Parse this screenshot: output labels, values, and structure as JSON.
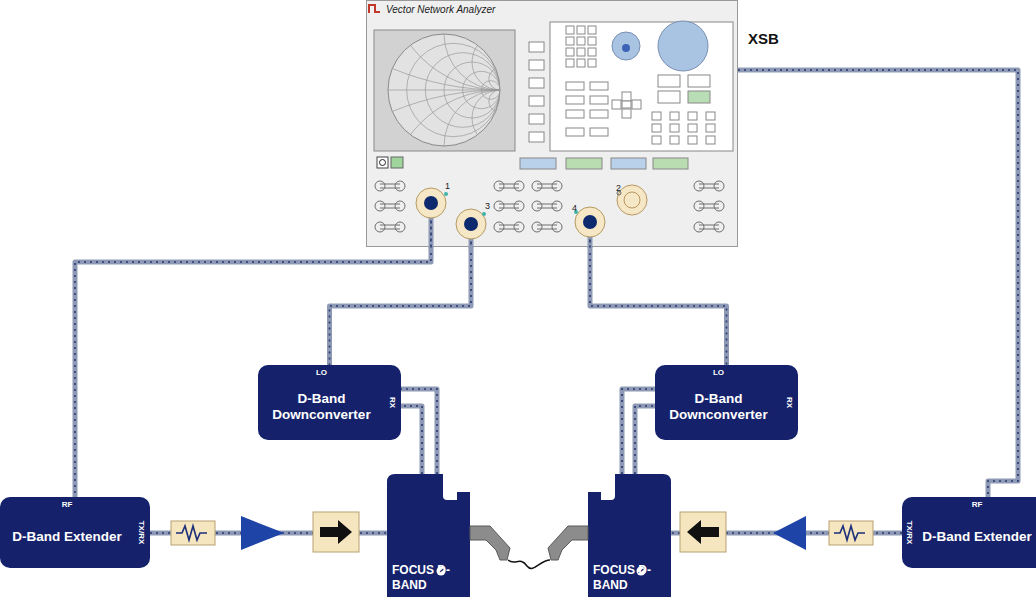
{
  "diagram": {
    "nodes": [
      {
        "text": [
          "Vector Network Analyzer"
        ]
      },
      {
        "text": [
          "LO",
          "D-Band Downconverter",
          "RX"
        ]
      },
      {
        "text": [
          "LO",
          "D-Band Downconverter",
          "RX"
        ]
      },
      {
        "text": [
          "RF",
          "D-Band Extender",
          "TX/RX"
        ]
      },
      {
        "text": [
          "FOCUS D-BAND"
        ]
      },
      {
        "text": [
          "FOCUS D-BAND"
        ]
      },
      {
        "text": [
          "RF",
          "D-Band Extender",
          "TX/RX"
        ]
      }
    ],
    "edges": [
      {
        "from": 0,
        "to": 3,
        "arrow": "none"
      },
      {
        "from": 0,
        "to": 1,
        "arrow": "none"
      },
      {
        "from": 0,
        "to": 2,
        "arrow": "none"
      },
      {
        "from": 0,
        "to": 6,
        "label": "XSB",
        "arrow": "none"
      },
      {
        "from": 3,
        "to": 4,
        "arrow": "none"
      },
      {
        "from": 6,
        "to": 5,
        "arrow": "none"
      },
      {
        "from": 4,
        "to": 1,
        "arrow": "none"
      },
      {
        "from": 4,
        "to": 1,
        "arrow": "none"
      },
      {
        "from": 5,
        "to": 2,
        "arrow": "none"
      },
      {
        "from": 5,
        "to": 2,
        "arrow": "none"
      }
    ],
    "labels": [
      "1",
      "3",
      "4",
      "2"
    ]
  }
}
